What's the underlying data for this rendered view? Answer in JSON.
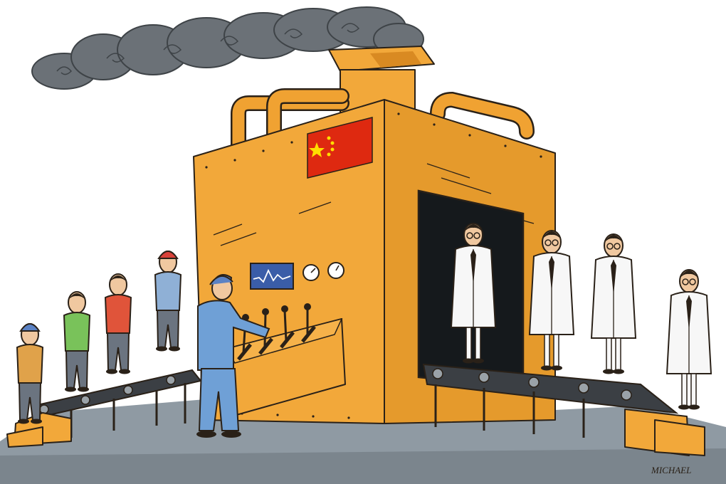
{
  "scene": {
    "description_type": "editorial cartoon",
    "colors": {
      "machine": "#f2a83a",
      "machine_dark": "#d98a22",
      "pipe": "#f0a232",
      "floor": "#8f9aa3",
      "belt": "#3b3f44",
      "smoke": "#6b7177",
      "flag_red": "#de2910",
      "flag_star": "#ffde00",
      "doorway": "#15191c",
      "monitor": "#3a5da8",
      "lab_coat": "#f7f7f7"
    },
    "flag": {
      "country": "China",
      "small_stars": 4
    },
    "workers_in": [
      {
        "shirt": "#e0a24a",
        "cap": "#5b82c4"
      },
      {
        "shirt": "#79c25a",
        "cap": ""
      },
      {
        "shirt": "#e0543a",
        "cap": ""
      },
      {
        "shirt": "#8fb0d6",
        "cap": "#d9423a"
      }
    ],
    "operator": {
      "uniform": "#6fa0d6",
      "levers": 4
    },
    "scientists_out": {
      "count": 4,
      "coat": "#f7f7f7"
    },
    "gauges": 2,
    "signature": "MICHAEL"
  }
}
